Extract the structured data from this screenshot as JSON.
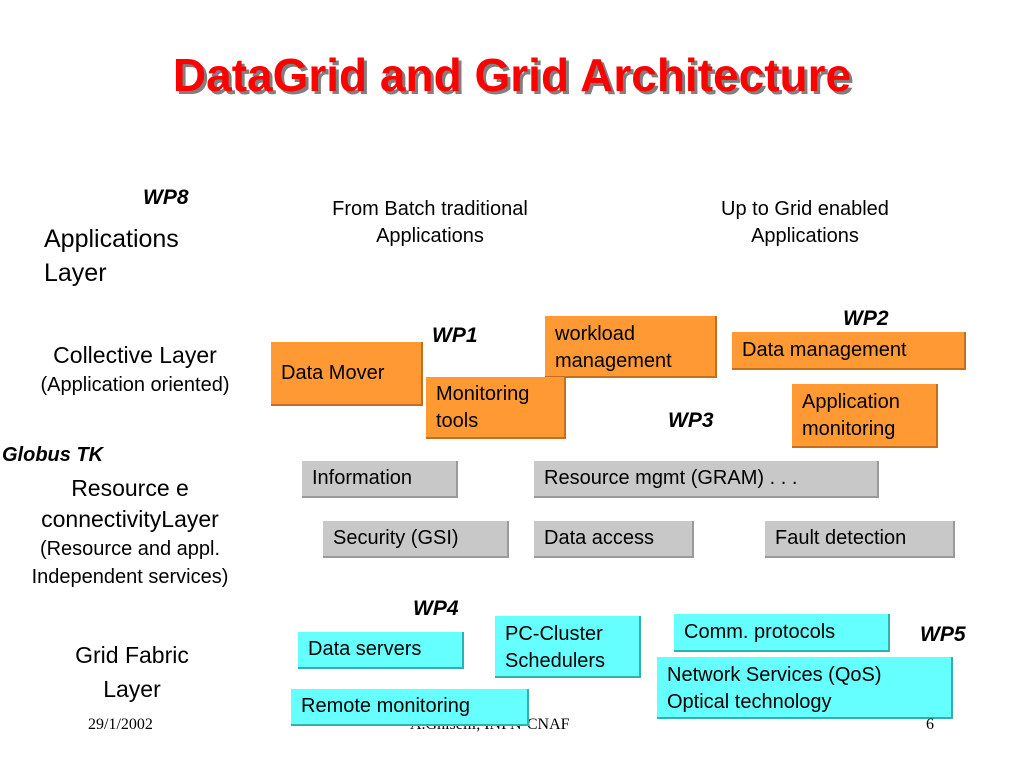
{
  "title": "DataGrid and Grid  Architecture",
  "columns": {
    "left": "From Batch traditional\nApplications",
    "right": "Up to Grid enabled\nApplications"
  },
  "wp_labels": {
    "wp8": "WP8",
    "wp1": "WP1",
    "wp2": "WP2",
    "wp3": "WP3",
    "wp4": "WP4",
    "wp5": "WP5",
    "globus": "Globus TK"
  },
  "layers": {
    "applications": "Applications\nLayer",
    "collective": "Collective Layer",
    "collective_sub": "(Application oriented)",
    "resource": "Resource e\nconnectivityLayer",
    "resource_sub": "(Resource and appl.\nIndependent services)",
    "fabric": "Grid Fabric\nLayer"
  },
  "collective_boxes": {
    "data_mover": "Data Mover",
    "workload": " workload\nmanagement",
    "monitoring_tools": "Monitoring\ntools",
    "data_management": "Data management",
    "application_monitoring": "Application\nmonitoring"
  },
  "resource_boxes": {
    "information": "Information",
    "resource_mgmt": "Resource mgmt (GRAM) . . .",
    "security": "Security (GSI)",
    "data_access": "Data access",
    "fault_detection": "Fault detection"
  },
  "fabric_boxes": {
    "data_servers": "Data servers",
    "pc_cluster": "PC-Cluster\nSchedulers",
    "comm_protocols": "Comm. protocols",
    "network_services": "Network Services (QoS)\nOptical technology",
    "remote_monitoring": "Remote monitoring"
  },
  "footer": {
    "date": "29/1/2002",
    "author": "A.Ghiselli, INFN-CNAF",
    "page": "6"
  },
  "colors": {
    "title": "#ff0000",
    "orange_box": "#ff9933",
    "grey_box": "#c8c8c8",
    "cyan_box": "#66ffff"
  }
}
